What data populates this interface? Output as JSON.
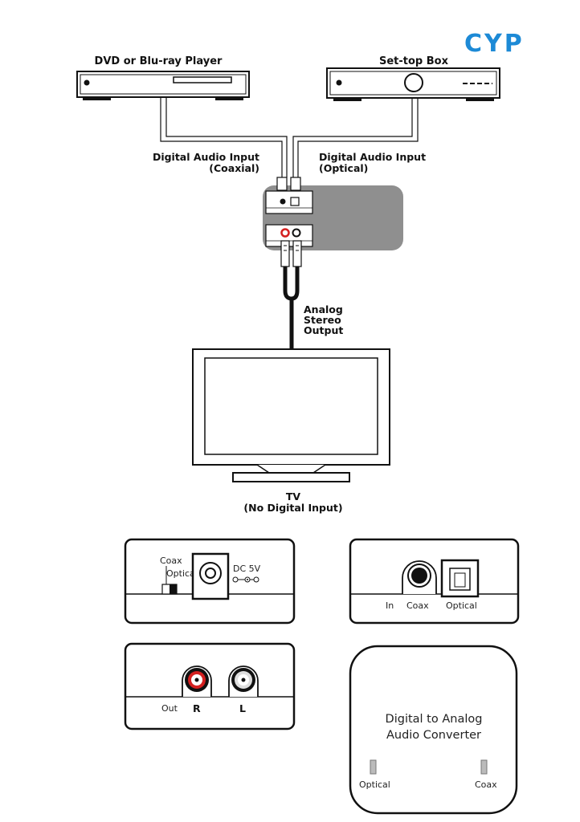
{
  "brand": {
    "logo_text": "CYP"
  },
  "devices": {
    "dvd_label": "DVD or Blu-ray Player",
    "stb_label": "Set-top Box"
  },
  "connections": {
    "coax_line1": "Digital Audio Input",
    "coax_line2": "(Coaxial)",
    "optical_line1": "Digital Audio Input",
    "optical_line2": "(Optical)",
    "analog_line1": "Analog",
    "analog_line2": "Stereo",
    "analog_line3": "Output"
  },
  "tv": {
    "label_line1": "TV",
    "label_line2": "(No Digital Input)"
  },
  "panels": {
    "power_panel": {
      "coax": "Coax",
      "optical": "Optical",
      "dc": "DC 5V"
    },
    "input_panel": {
      "in": "In",
      "coax": "Coax",
      "optical": "Optical"
    },
    "output_panel": {
      "out": "Out",
      "r": "R",
      "l": "L"
    },
    "top_panel": {
      "title_line1": "Digital to Analog",
      "title_line2": "Audio Converter",
      "optical": "Optical",
      "coax": "Coax"
    }
  },
  "colors": {
    "brand_blue": "#1d8ad6",
    "converter_gray": "#8f8f8f",
    "rca_red": "#d42020"
  }
}
